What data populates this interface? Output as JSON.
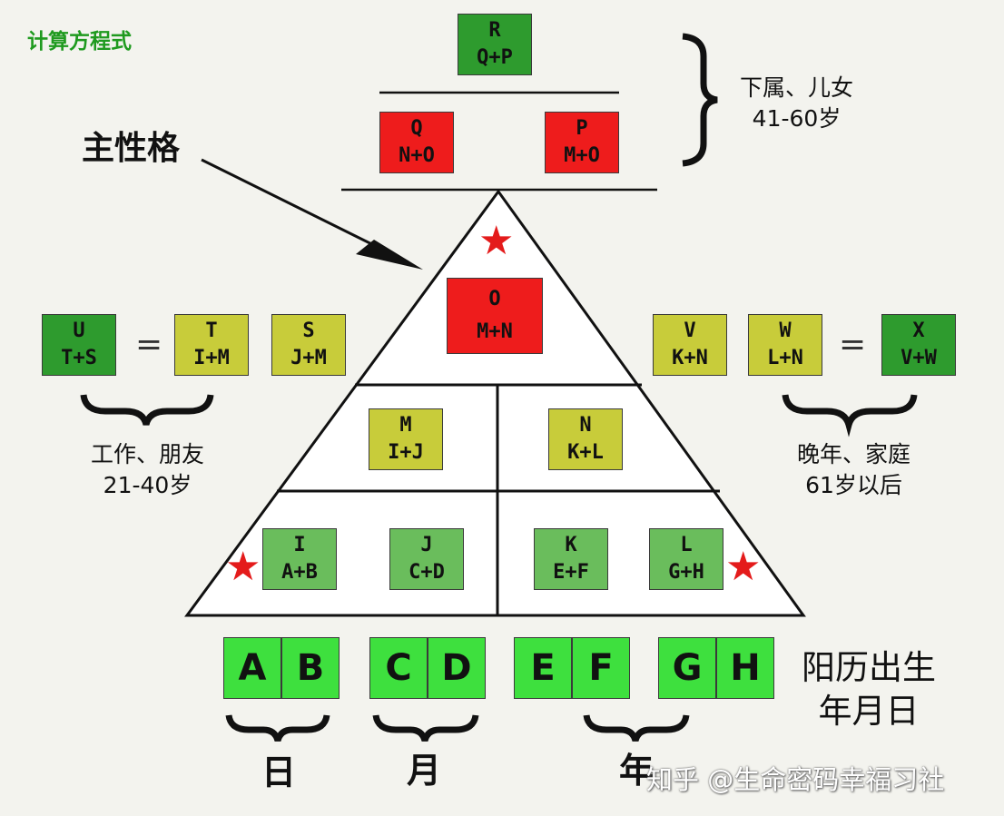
{
  "title": "计算方程式",
  "main_label": "主性格",
  "boxes": {
    "R": {
      "letter": "R",
      "formula": "Q+P"
    },
    "Q": {
      "letter": "Q",
      "formula": "N+O"
    },
    "P": {
      "letter": "P",
      "formula": "M+O"
    },
    "O": {
      "letter": "O",
      "formula": "M+N"
    },
    "U": {
      "letter": "U",
      "formula": "T+S"
    },
    "T": {
      "letter": "T",
      "formula": "I+M"
    },
    "S": {
      "letter": "S",
      "formula": "J+M"
    },
    "V": {
      "letter": "V",
      "formula": "K+N"
    },
    "W": {
      "letter": "W",
      "formula": "L+N"
    },
    "X": {
      "letter": "X",
      "formula": "V+W"
    },
    "M": {
      "letter": "M",
      "formula": "I+J"
    },
    "N": {
      "letter": "N",
      "formula": "K+L"
    },
    "I": {
      "letter": "I",
      "formula": "A+B"
    },
    "J": {
      "letter": "J",
      "formula": "C+D"
    },
    "K": {
      "letter": "K",
      "formula": "E+F"
    },
    "L": {
      "letter": "L",
      "formula": "G+H"
    }
  },
  "equals": "=",
  "bottom_letters": [
    "A",
    "B",
    "C",
    "D",
    "E",
    "F",
    "G",
    "H"
  ],
  "labels": {
    "subordinates_line1": "下属、儿女",
    "subordinates_line2": "41-60岁",
    "work_line1": "工作、朋友",
    "work_line2": "21-40岁",
    "late_line1": "晚年、家庭",
    "late_line2": "61岁以后",
    "birth_line1": "阳历出生",
    "birth_line2": "年月日",
    "day": "日",
    "month": "月",
    "year": "年"
  },
  "watermark": "知乎 @生命密码幸福习社",
  "star": "★",
  "colors": {
    "dark_green": "#2e9b2e",
    "red": "#ee1c1c",
    "olive": "#c8cc3a",
    "mid_green": "#6abd5c",
    "bright_green": "#3ee03e",
    "title_green": "#1f9a1f",
    "star_red": "#e41b1b"
  }
}
